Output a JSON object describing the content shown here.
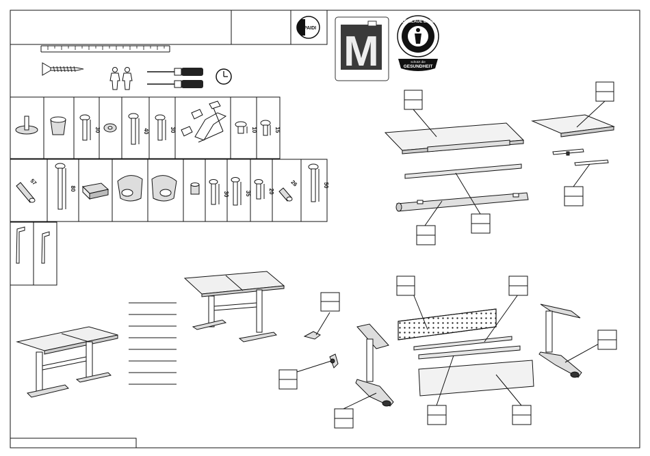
{
  "header": {
    "title": "",
    "code": "",
    "brand_logo_text": "PAIDI",
    "certification_m": "M",
    "blue_angel_top_text": "DER BLAUE ENGEL",
    "blue_angel_bottom_small": "schützt die",
    "blue_angel_bottom_text": "GESUNDHEIT"
  },
  "tools_row": {
    "icons": [
      "ruler-icon",
      "screw-icon",
      "two-people-icon",
      "phillips-screwdriver-icon",
      "flat-screwdriver-icon",
      "clock-icon"
    ]
  },
  "parts_row1": {
    "lengths": [
      "30",
      "40",
      "30",
      "10",
      "15"
    ]
  },
  "parts_row2": {
    "lengths": [
      "57",
      "80",
      "30",
      "35",
      "20",
      "26",
      "50"
    ]
  },
  "parts_row3": {
    "items": [
      "allen-key-large",
      "allen-key-small"
    ]
  },
  "assembly_labels": {
    "boxes": [
      "",
      "",
      "",
      "",
      "",
      "",
      "",
      "",
      "",
      "",
      "",
      "",
      "",
      ""
    ]
  },
  "footer": {
    "text": ""
  },
  "colors": {
    "line": "#111111",
    "panel_fill": "#ededed",
    "dark_fill": "#333333"
  }
}
